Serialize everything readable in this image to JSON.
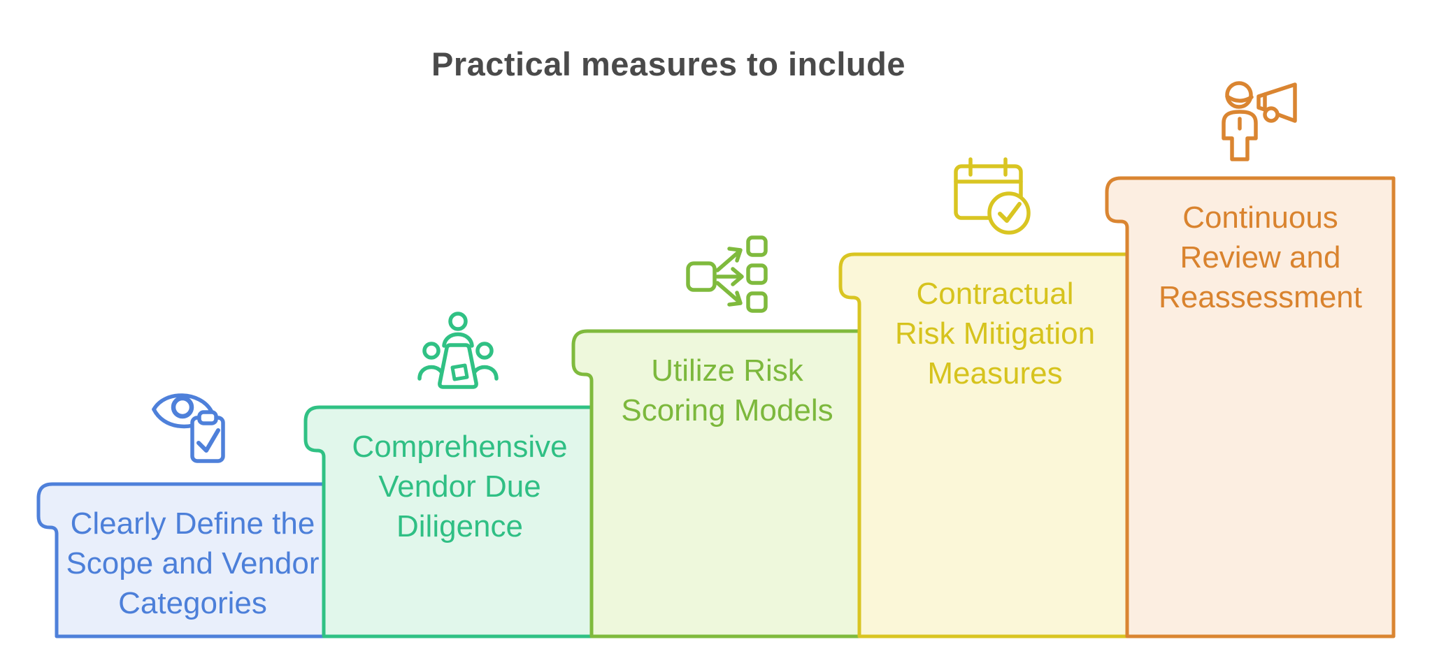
{
  "title": {
    "text": "Practical measures to include",
    "color": "#4a4a4a"
  },
  "background_color": "#ffffff",
  "steps": [
    {
      "name": "define-scope",
      "lines": [
        "Clearly Define the",
        "Scope and Vendor",
        "Categories"
      ],
      "icon": "eye-clipboard-icon",
      "border_color": "#4e80da",
      "fill_color": "#e9effb",
      "text_color": "#4c7fd9"
    },
    {
      "name": "vendor-due-diligence",
      "lines": [
        "Comprehensive",
        "Vendor Due",
        "Diligence"
      ],
      "icon": "meeting-people-icon",
      "border_color": "#30c184",
      "fill_color": "#e1f7eb",
      "text_color": "#2fbf84"
    },
    {
      "name": "risk-scoring-models",
      "lines": [
        "Utilize Risk",
        "Scoring Models"
      ],
      "icon": "branching-flow-icon",
      "border_color": "#7fba3d",
      "fill_color": "#eef8dc",
      "text_color": "#7cb83c"
    },
    {
      "name": "contractual-risk-mitigation",
      "lines": [
        "Contractual",
        "Risk Mitigation",
        "Measures"
      ],
      "icon": "calendar-check-icon",
      "border_color": "#d9c522",
      "fill_color": "#fbf7d8",
      "text_color": "#d6c31d"
    },
    {
      "name": "continuous-review",
      "lines": [
        "Continuous",
        "Review and",
        "Reassessment"
      ],
      "icon": "announcer-megaphone-icon",
      "border_color": "#da8531",
      "fill_color": "#fceee1",
      "text_color": "#d9832e"
    }
  ]
}
